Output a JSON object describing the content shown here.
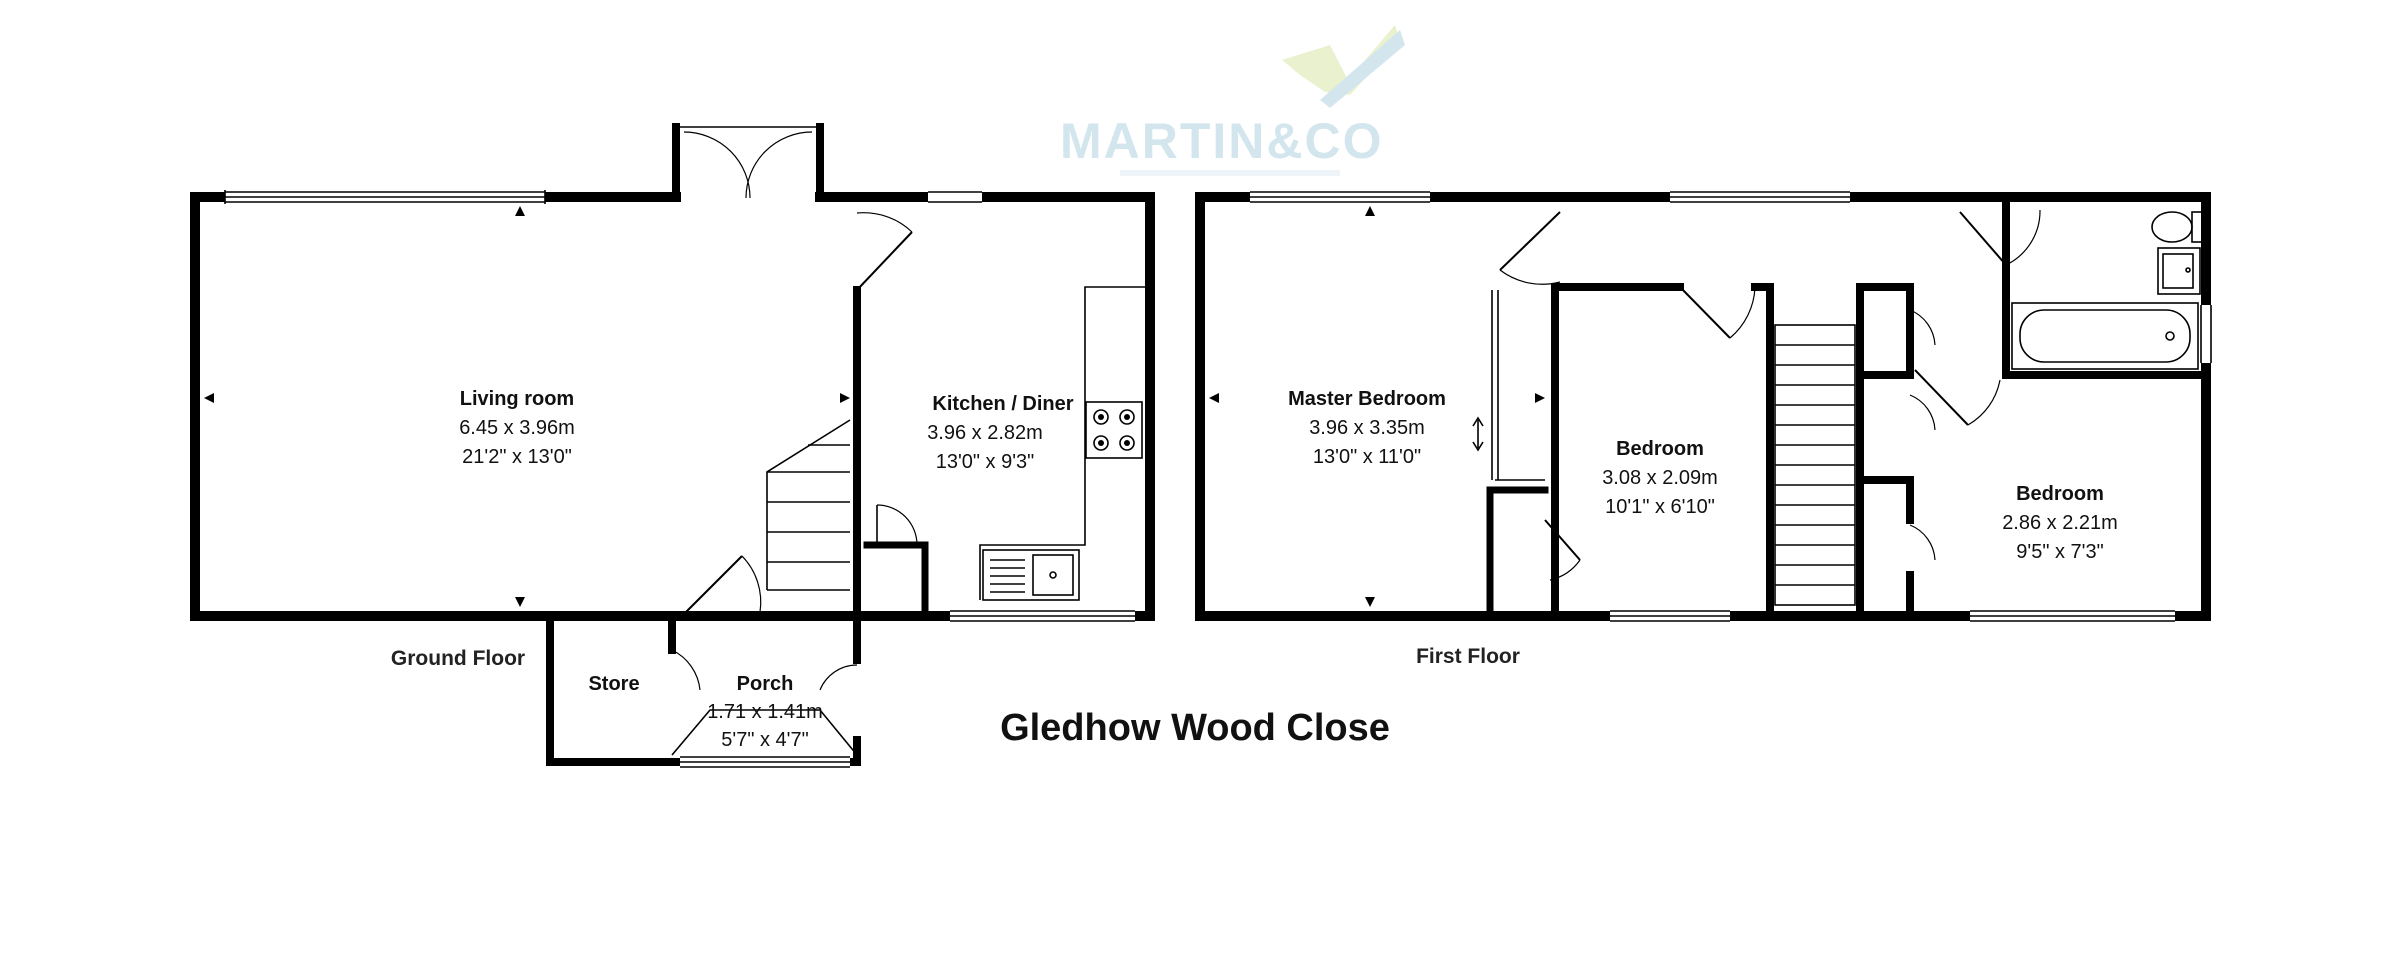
{
  "brand": {
    "logo_name": "MARTIN&CO",
    "accent_color": "#cfe3ec",
    "leaf_color": "#e8f0c8"
  },
  "title": "Gledhow Wood Close",
  "floors": {
    "ground": {
      "label": "Ground Floor"
    },
    "first": {
      "label": "First Floor"
    }
  },
  "rooms": {
    "living_room": {
      "name": "Living room",
      "metric": "6.45 x 3.96m",
      "imperial": "21'2\" x 13'0\""
    },
    "kitchen": {
      "name": "Kitchen / Diner",
      "metric": "3.96 x 2.82m",
      "imperial": "13'0\" x 9'3\""
    },
    "store": {
      "name": "Store"
    },
    "porch": {
      "name": "Porch",
      "metric": "1.71 x 1.41m",
      "imperial": "5'7\" x 4'7\""
    },
    "master_bedroom": {
      "name": "Master Bedroom",
      "metric": "3.96 x 3.35m",
      "imperial": "13'0\" x 11'0\""
    },
    "bedroom_2": {
      "name": "Bedroom",
      "metric": "3.08 x 2.09m",
      "imperial": "10'1\" x 6'10\""
    },
    "bedroom_3": {
      "name": "Bedroom",
      "metric": "2.86 x 2.21m",
      "imperial": "9'5\" x 7'3\""
    }
  },
  "icons": {
    "hob": "hob-icon",
    "sink": "sink-icon",
    "bath": "bath-icon",
    "toilet": "toilet-icon",
    "basin": "basin-icon",
    "stairs": "stairs-icon",
    "door": "door-swing-icon",
    "window": "window-icon",
    "arrow": "dimension-arrow-icon"
  }
}
